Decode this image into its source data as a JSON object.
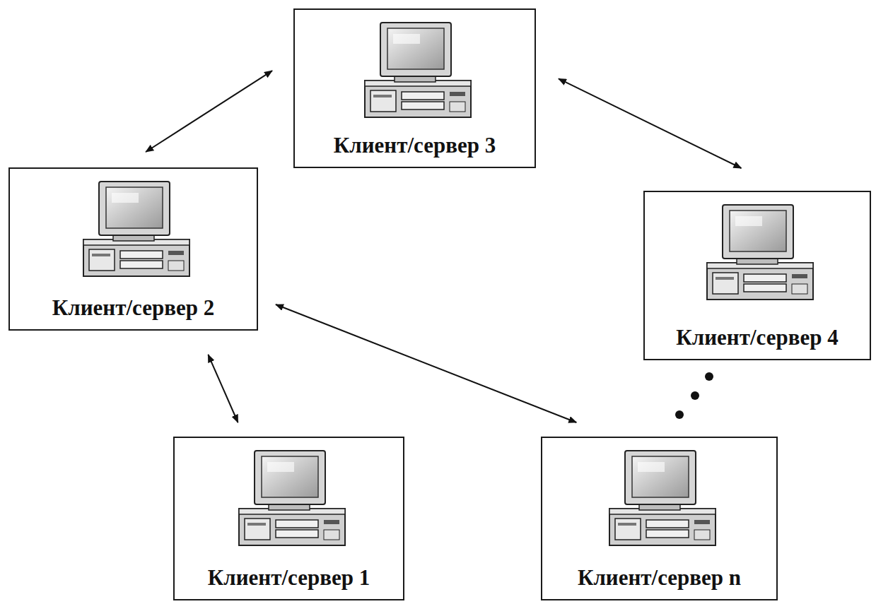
{
  "diagram": {
    "nodes": [
      {
        "text": [
          "Клиент/сервер 3"
        ]
      },
      {
        "text": [
          "Клиент/сервер 2"
        ]
      },
      {
        "text": [
          "Клиент/сервер 4"
        ]
      },
      {
        "text": [
          "Клиент/сервер 1"
        ]
      },
      {
        "text": [
          "Клиент/сервер n"
        ]
      }
    ],
    "edges": [
      {
        "from": 0,
        "to": 1,
        "arrow": "both"
      },
      {
        "from": 0,
        "to": 2,
        "arrow": "both"
      },
      {
        "from": 1,
        "to": 3,
        "arrow": "both"
      },
      {
        "from": 1,
        "to": 4,
        "arrow": "both"
      }
    ]
  }
}
